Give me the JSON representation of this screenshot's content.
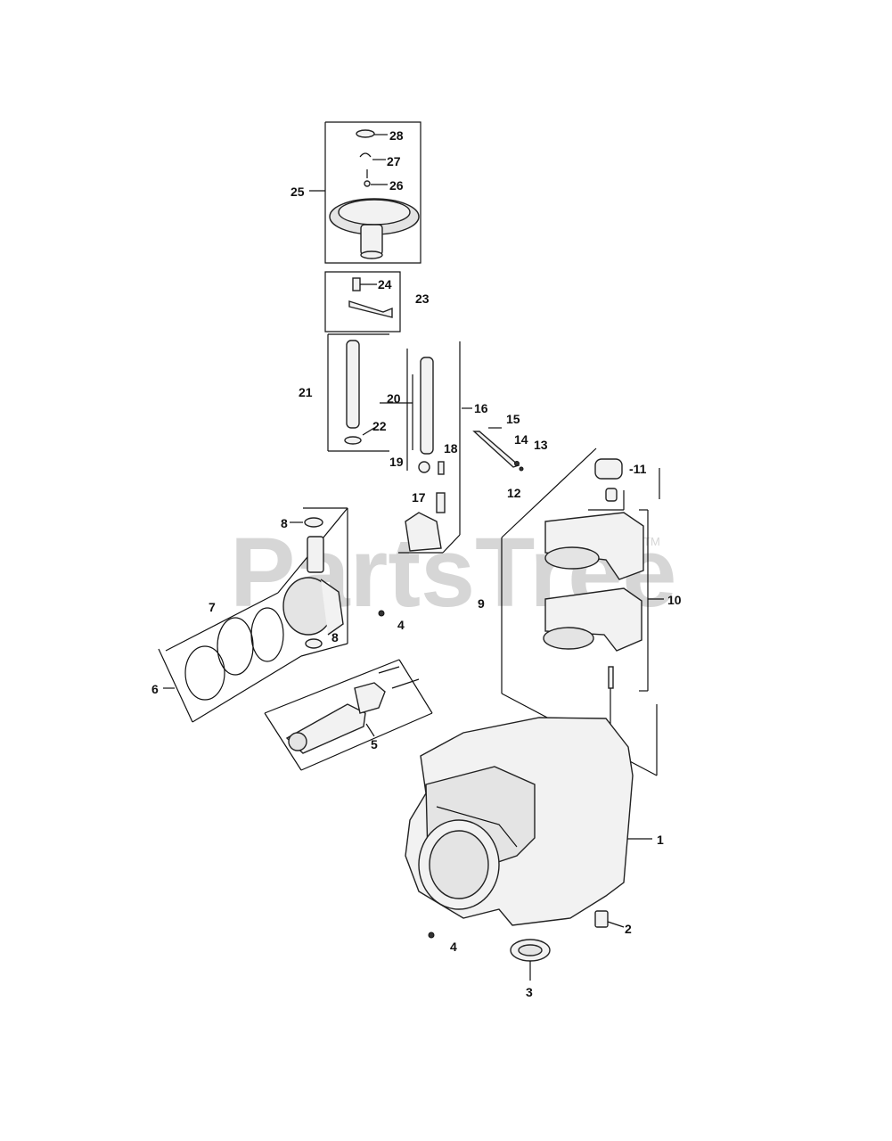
{
  "watermark": {
    "text": "PartsTree",
    "trademark": "TM"
  },
  "callouts": {
    "c1": "1",
    "c2": "2",
    "c3": "3",
    "c4a": "4",
    "c4b": "4",
    "c5": "5",
    "c6": "6",
    "c7": "7",
    "c8a": "8",
    "c8b": "8",
    "c9": "9",
    "c10": "10",
    "c11": "-11",
    "c12": "12",
    "c13": "13",
    "c14": "14",
    "c15": "15",
    "c16": "16",
    "c17": "17",
    "c18": "18",
    "c19": "19",
    "c20": "20",
    "c21": "21",
    "c22": "22",
    "c23": "23",
    "c24": "24",
    "c25": "25",
    "c26": "26",
    "c27": "27",
    "c28": "28"
  }
}
